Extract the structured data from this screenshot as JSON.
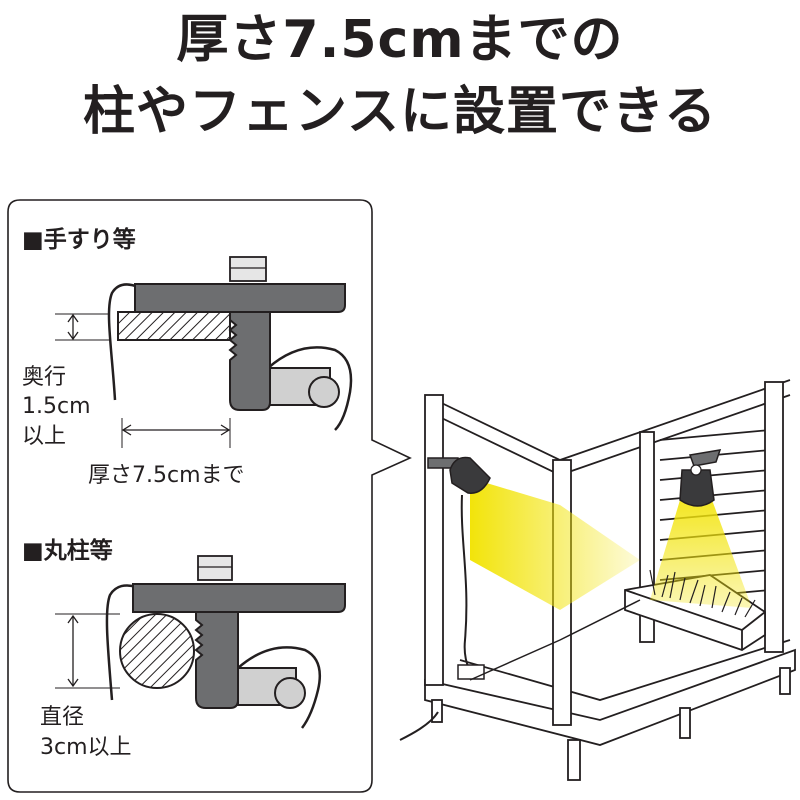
{
  "headline": {
    "line1": "厚さ7.5cmまでの",
    "line2": "柱やフェンスに設置できる"
  },
  "panel": {
    "section1": {
      "title": "■手すり等",
      "depth_label_line1": "奥行",
      "depth_label_line2": "1.5cm",
      "depth_label_line3": "以上",
      "thickness_label": "厚さ7.5cmまで"
    },
    "section2": {
      "title": "■丸柱等",
      "diameter_label_line1": "直径",
      "diameter_label_line2": "3cm以上"
    }
  },
  "colors": {
    "clamp_body": "#6d6e70",
    "clamp_knob": "#c8c8c8",
    "light_beam": "#f2e40a",
    "outline": "#231f20"
  }
}
